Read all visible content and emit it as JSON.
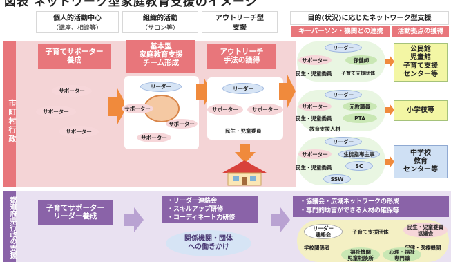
{
  "header": {
    "title": "図表 ネットワーク型家庭教育支援のイメージ"
  },
  "columns": {
    "c1": [
      "個人的活動中心",
      "（講座、相談等）"
    ],
    "c2": [
      "組織的活動",
      "（サロン等）"
    ],
    "c3": [
      "アウトリーチ型",
      "支援"
    ],
    "c4": "目的(状況)に応じたネットワーク型支援",
    "c4a": "キーパーソン・機関との連携",
    "c4b": "活動拠点の獲得"
  },
  "sides": {
    "municipal": "市町村行政",
    "prefectural": "都道府県行政の支援"
  },
  "muni": {
    "box1": [
      "子育てサポーター",
      "養成"
    ],
    "box2": [
      "基本型",
      "家庭教育支援",
      "チーム形成"
    ],
    "box3": [
      "アウトリーチ",
      "手法の獲得"
    ],
    "supporter": "サポーター",
    "leader": "リーダー",
    "minsei": "民生・児童委員"
  },
  "networks": {
    "n1": {
      "leader": "リーダー",
      "a": "サポーター",
      "b": "保健師",
      "c": "民生・児童委員",
      "d": "子育て支援団体"
    },
    "n2": {
      "leader": "リーダー",
      "a": "サポーター",
      "b": "元教職員",
      "c": "民生・児童委員",
      "d": "PTA",
      "e": "教育支援人材"
    },
    "n3": {
      "leader": "リーダー",
      "a": "サポーター",
      "b": "生徒指導主事",
      "c": "民生・児童委員",
      "d": "SC",
      "e": "SSW"
    }
  },
  "hubs": {
    "h1": [
      "公民館",
      "児童館",
      "子育て支援",
      "センター等"
    ],
    "h2": "小学校等",
    "h3": [
      "中学校",
      "教育",
      "センター等"
    ]
  },
  "pref": {
    "box1": [
      "子育てサポーター",
      "リーダー養成"
    ],
    "list": [
      "・リーダー連絡会",
      "・スキルアップ研修",
      "・コーディネート力研修"
    ],
    "oval": [
      "関係機関・団体",
      "への働きかけ"
    ],
    "right": [
      "・協議会・広域ネットワークの形成",
      "・専門的助言ができる人材の確保等"
    ],
    "cloud": {
      "a": [
        "リーダー",
        "連絡会"
      ],
      "b": "子育て支援団体",
      "c": [
        "民生・児童委員",
        "協議会"
      ],
      "d": "学校関係者",
      "e": "保健・医療機関",
      "f": [
        "福祉機関",
        "児童相談所"
      ],
      "g": [
        "心理・福祉",
        "専門職"
      ]
    }
  },
  "colors": {
    "pink": "#e8767b",
    "purple": "#8a63a8",
    "orange": "#f08a3c",
    "lavArrow": "#b9a2d2"
  }
}
